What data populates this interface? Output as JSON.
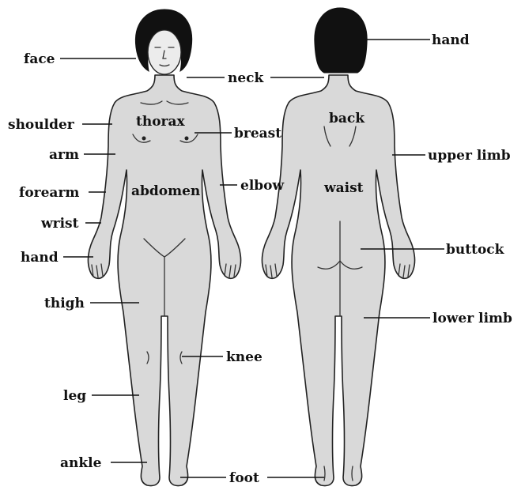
{
  "labels": {
    "face": "face",
    "neck": "neck",
    "hand_top": "hand",
    "shoulder": "shoulder",
    "thorax": "thorax",
    "breast": "breast",
    "back": "back",
    "upper_limb": "upper limb",
    "arm": "arm",
    "forearm": "forearm",
    "abdomen": "abdomen",
    "elbow": "elbow",
    "waist": "waist",
    "wrist": "wrist",
    "hand": "hand",
    "buttock": "buttock",
    "thigh": "thigh",
    "lower_limb": "lower limb",
    "knee": "knee",
    "leg": "leg",
    "ankle": "ankle",
    "foot": "foot"
  },
  "colors": {
    "skin": "#d9d9d9",
    "outline": "#222222",
    "hair": "#111111",
    "text": "#111111"
  }
}
